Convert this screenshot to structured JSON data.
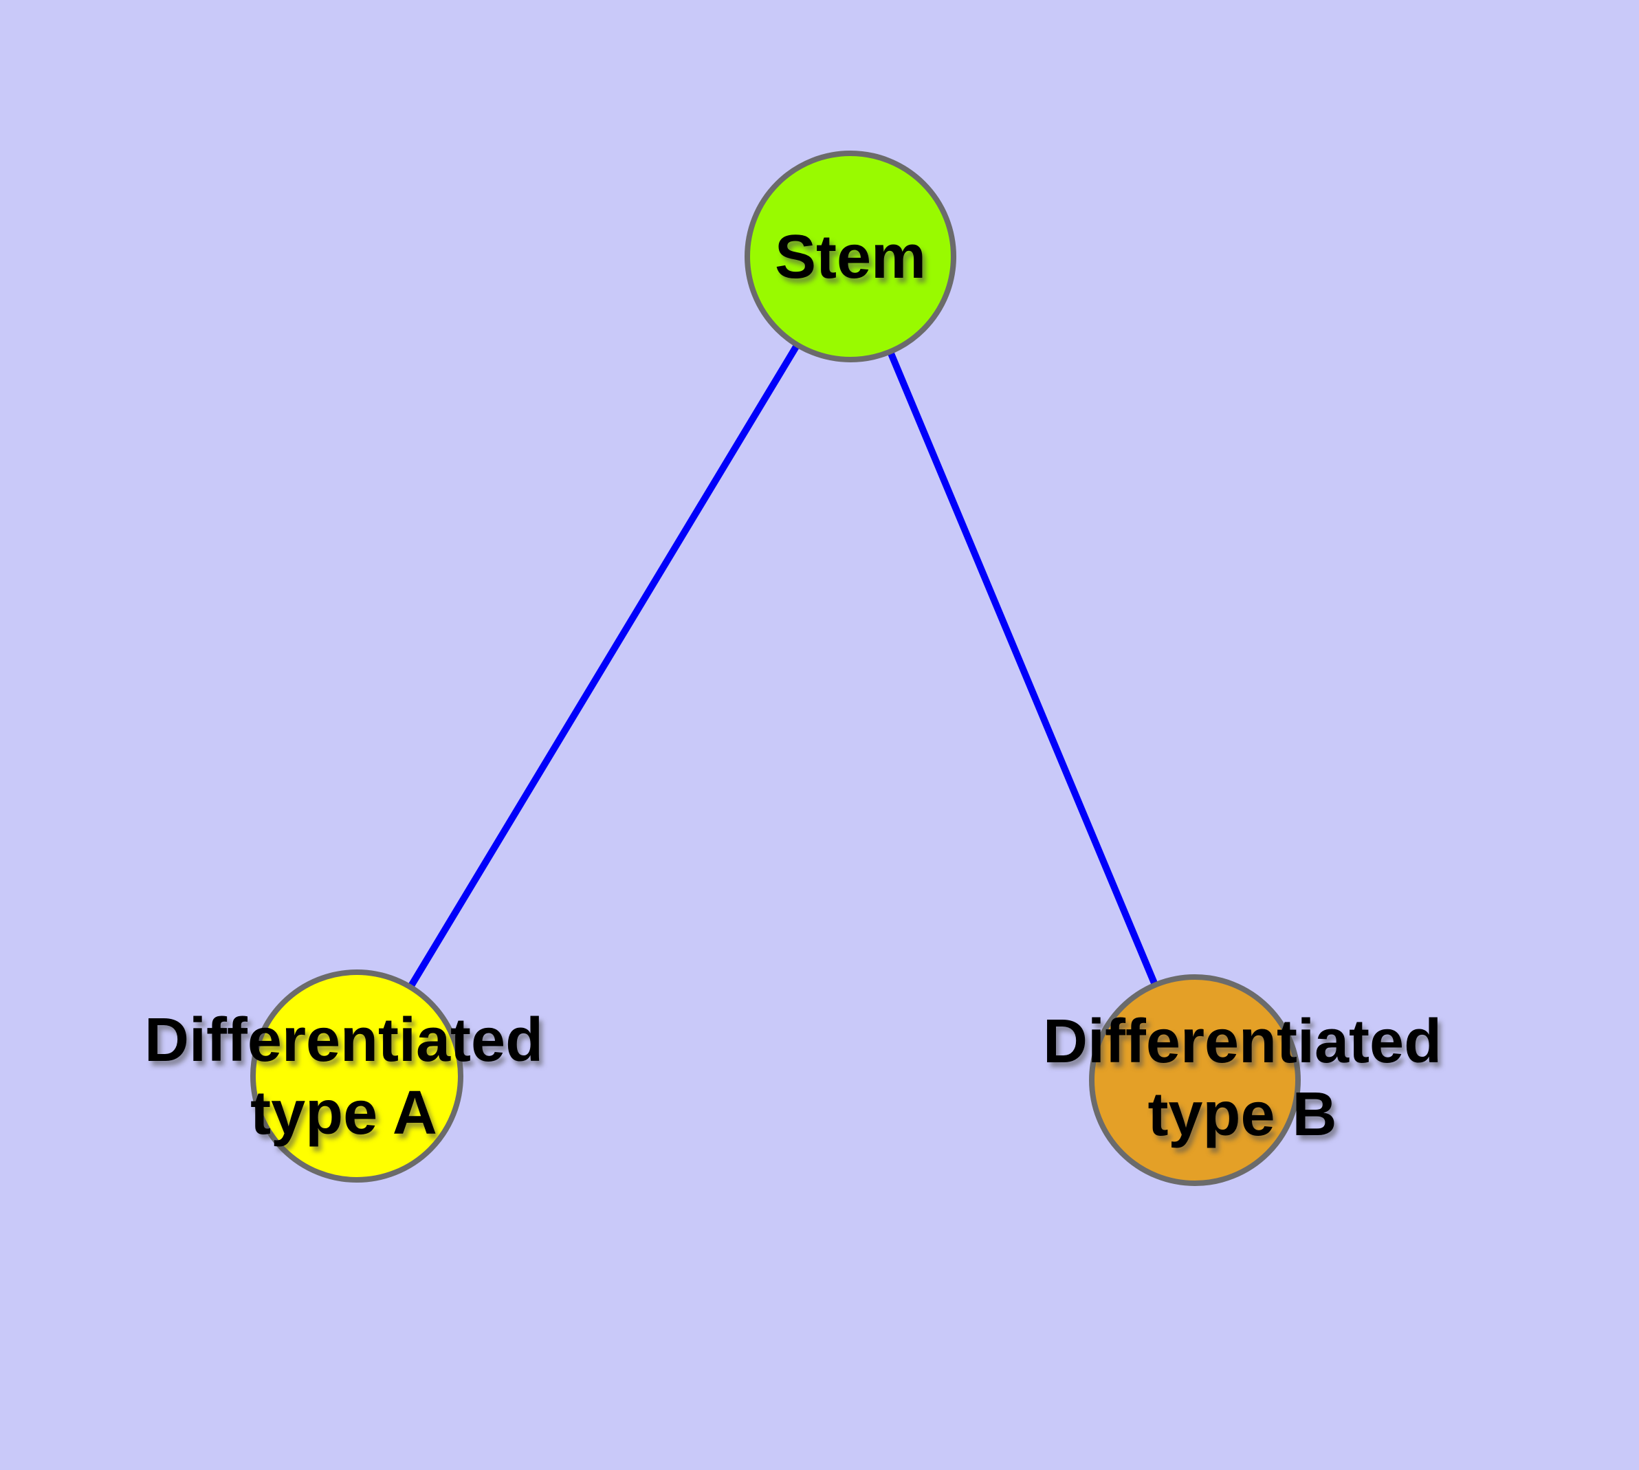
{
  "diagram": {
    "type": "node-link-graph",
    "background_color": "#C9C9F9",
    "edge_color": "#0000FA",
    "node_border_color": "#6B6B6B",
    "label_color": "#000000",
    "nodes": [
      {
        "id": "stem",
        "label": "Stem",
        "color": "#99FA00"
      },
      {
        "id": "differentiated-type-a",
        "label": "Differentiated\ntype A",
        "color": "#FFFF00"
      },
      {
        "id": "differentiated-type-b",
        "label": "Differentiated\ntype B",
        "color": "#E4A027"
      }
    ],
    "edges": [
      {
        "from": "stem",
        "to": "differentiated-type-a"
      },
      {
        "from": "stem",
        "to": "differentiated-type-b"
      }
    ]
  }
}
